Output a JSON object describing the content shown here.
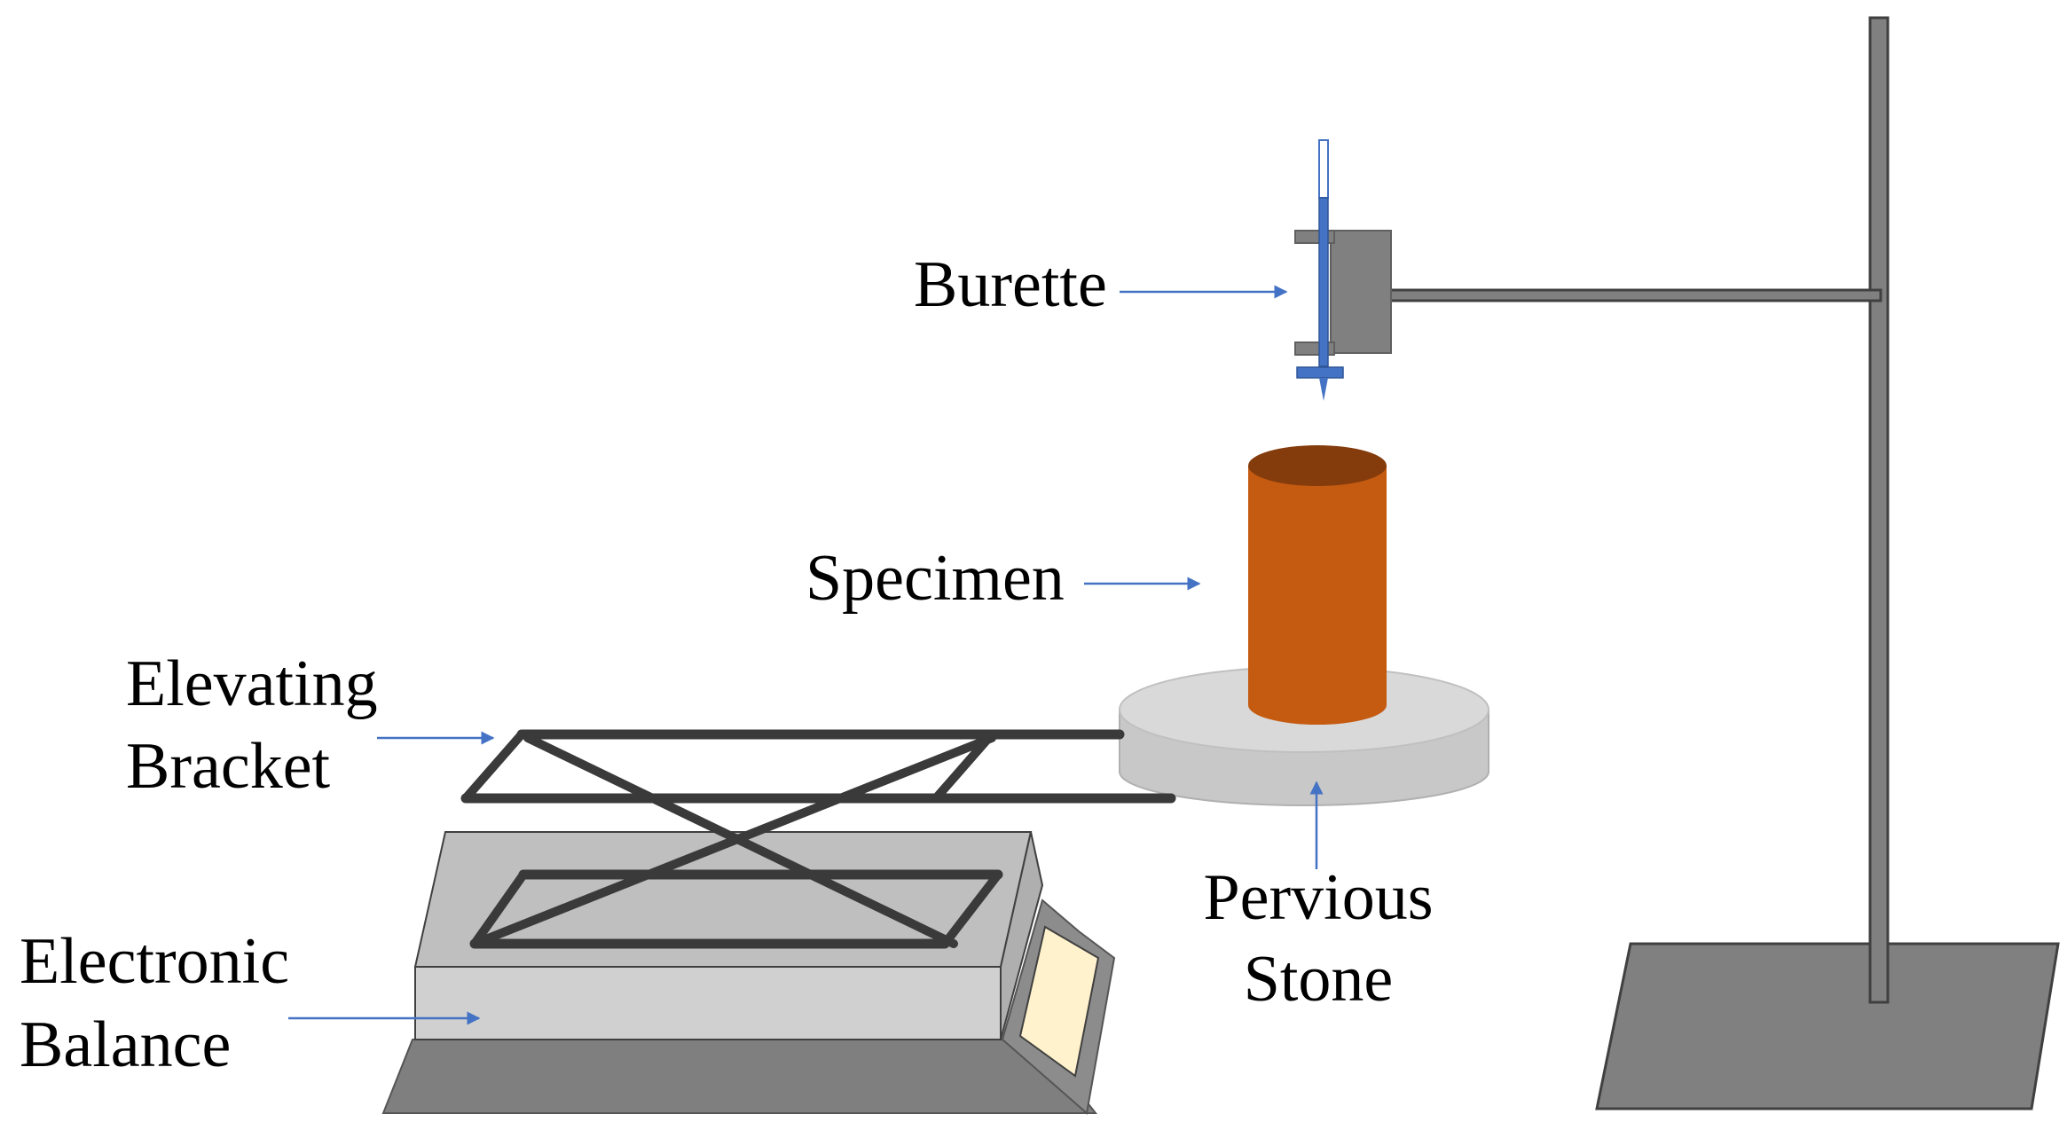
{
  "labels": {
    "burette": "Burette",
    "specimen": "Specimen",
    "elevating_bracket": [
      "Elevating",
      "Bracket"
    ],
    "electronic_balance": [
      "Electronic",
      "Balance"
    ],
    "pervious_stone": [
      "Pervious",
      "Stone"
    ]
  },
  "colors": {
    "arrow": "#4472C4",
    "burette_tube": "#4472C4",
    "stand_metal": "#808080",
    "specimen_body": "#C55A11",
    "specimen_top": "#843C0C",
    "stone_top": "#D9D9D9",
    "stone_side": "#C8C8C8",
    "balance_top": "#BFBFBF",
    "balance_front": "#D0D0D0",
    "balance_base": "#7F7F7F",
    "display_screen": "#FFF2CC",
    "bracket_bar": "#3A3A3A"
  },
  "icons": {
    "burette": "burette-icon",
    "clamp": "clamp-icon",
    "retort_stand": "retort-stand-icon",
    "specimen": "specimen-cylinder-icon",
    "pervious_stone": "pervious-stone-icon",
    "elevating_bracket": "scissor-lift-icon",
    "electronic_balance": "electronic-balance-icon"
  }
}
